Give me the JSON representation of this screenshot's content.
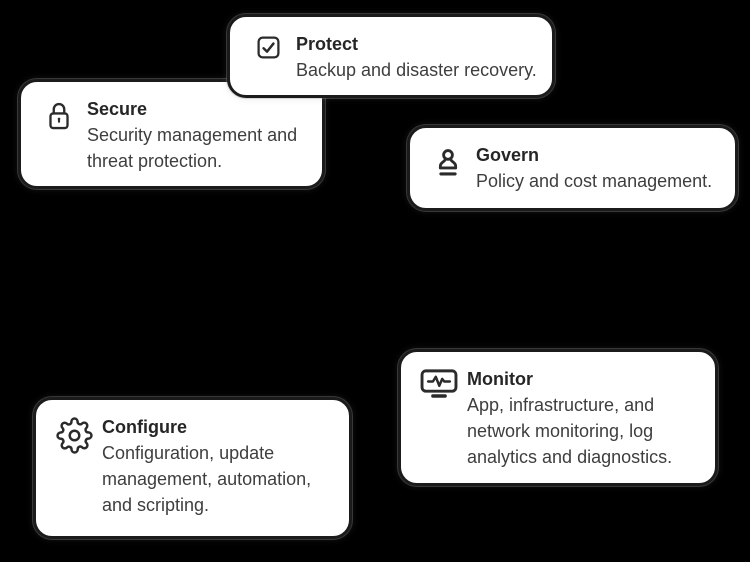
{
  "theme": {
    "background": "#000000",
    "card_background": "#ffffff",
    "card_border": "#1b1b1b",
    "title_color": "#262626",
    "description_color": "#3e3e3e"
  },
  "cards": [
    {
      "id": "protect",
      "icon": "checkbox-check-icon",
      "title": "Protect",
      "description": "Backup and disaster recovery."
    },
    {
      "id": "secure",
      "icon": "lock-icon",
      "title": "Secure",
      "description": "Security management and\nthreat protection."
    },
    {
      "id": "govern",
      "icon": "stamp-icon",
      "title": "Govern",
      "description": "Policy and cost management."
    },
    {
      "id": "monitor",
      "icon": "monitor-pulse-icon",
      "title": "Monitor",
      "description": "App, infrastructure, and\nnetwork monitoring, log\nanalytics and diagnostics."
    },
    {
      "id": "configure",
      "icon": "gear-icon",
      "title": "Configure",
      "description": "Configuration, update\nmanagement, automation,\nand scripting."
    }
  ]
}
